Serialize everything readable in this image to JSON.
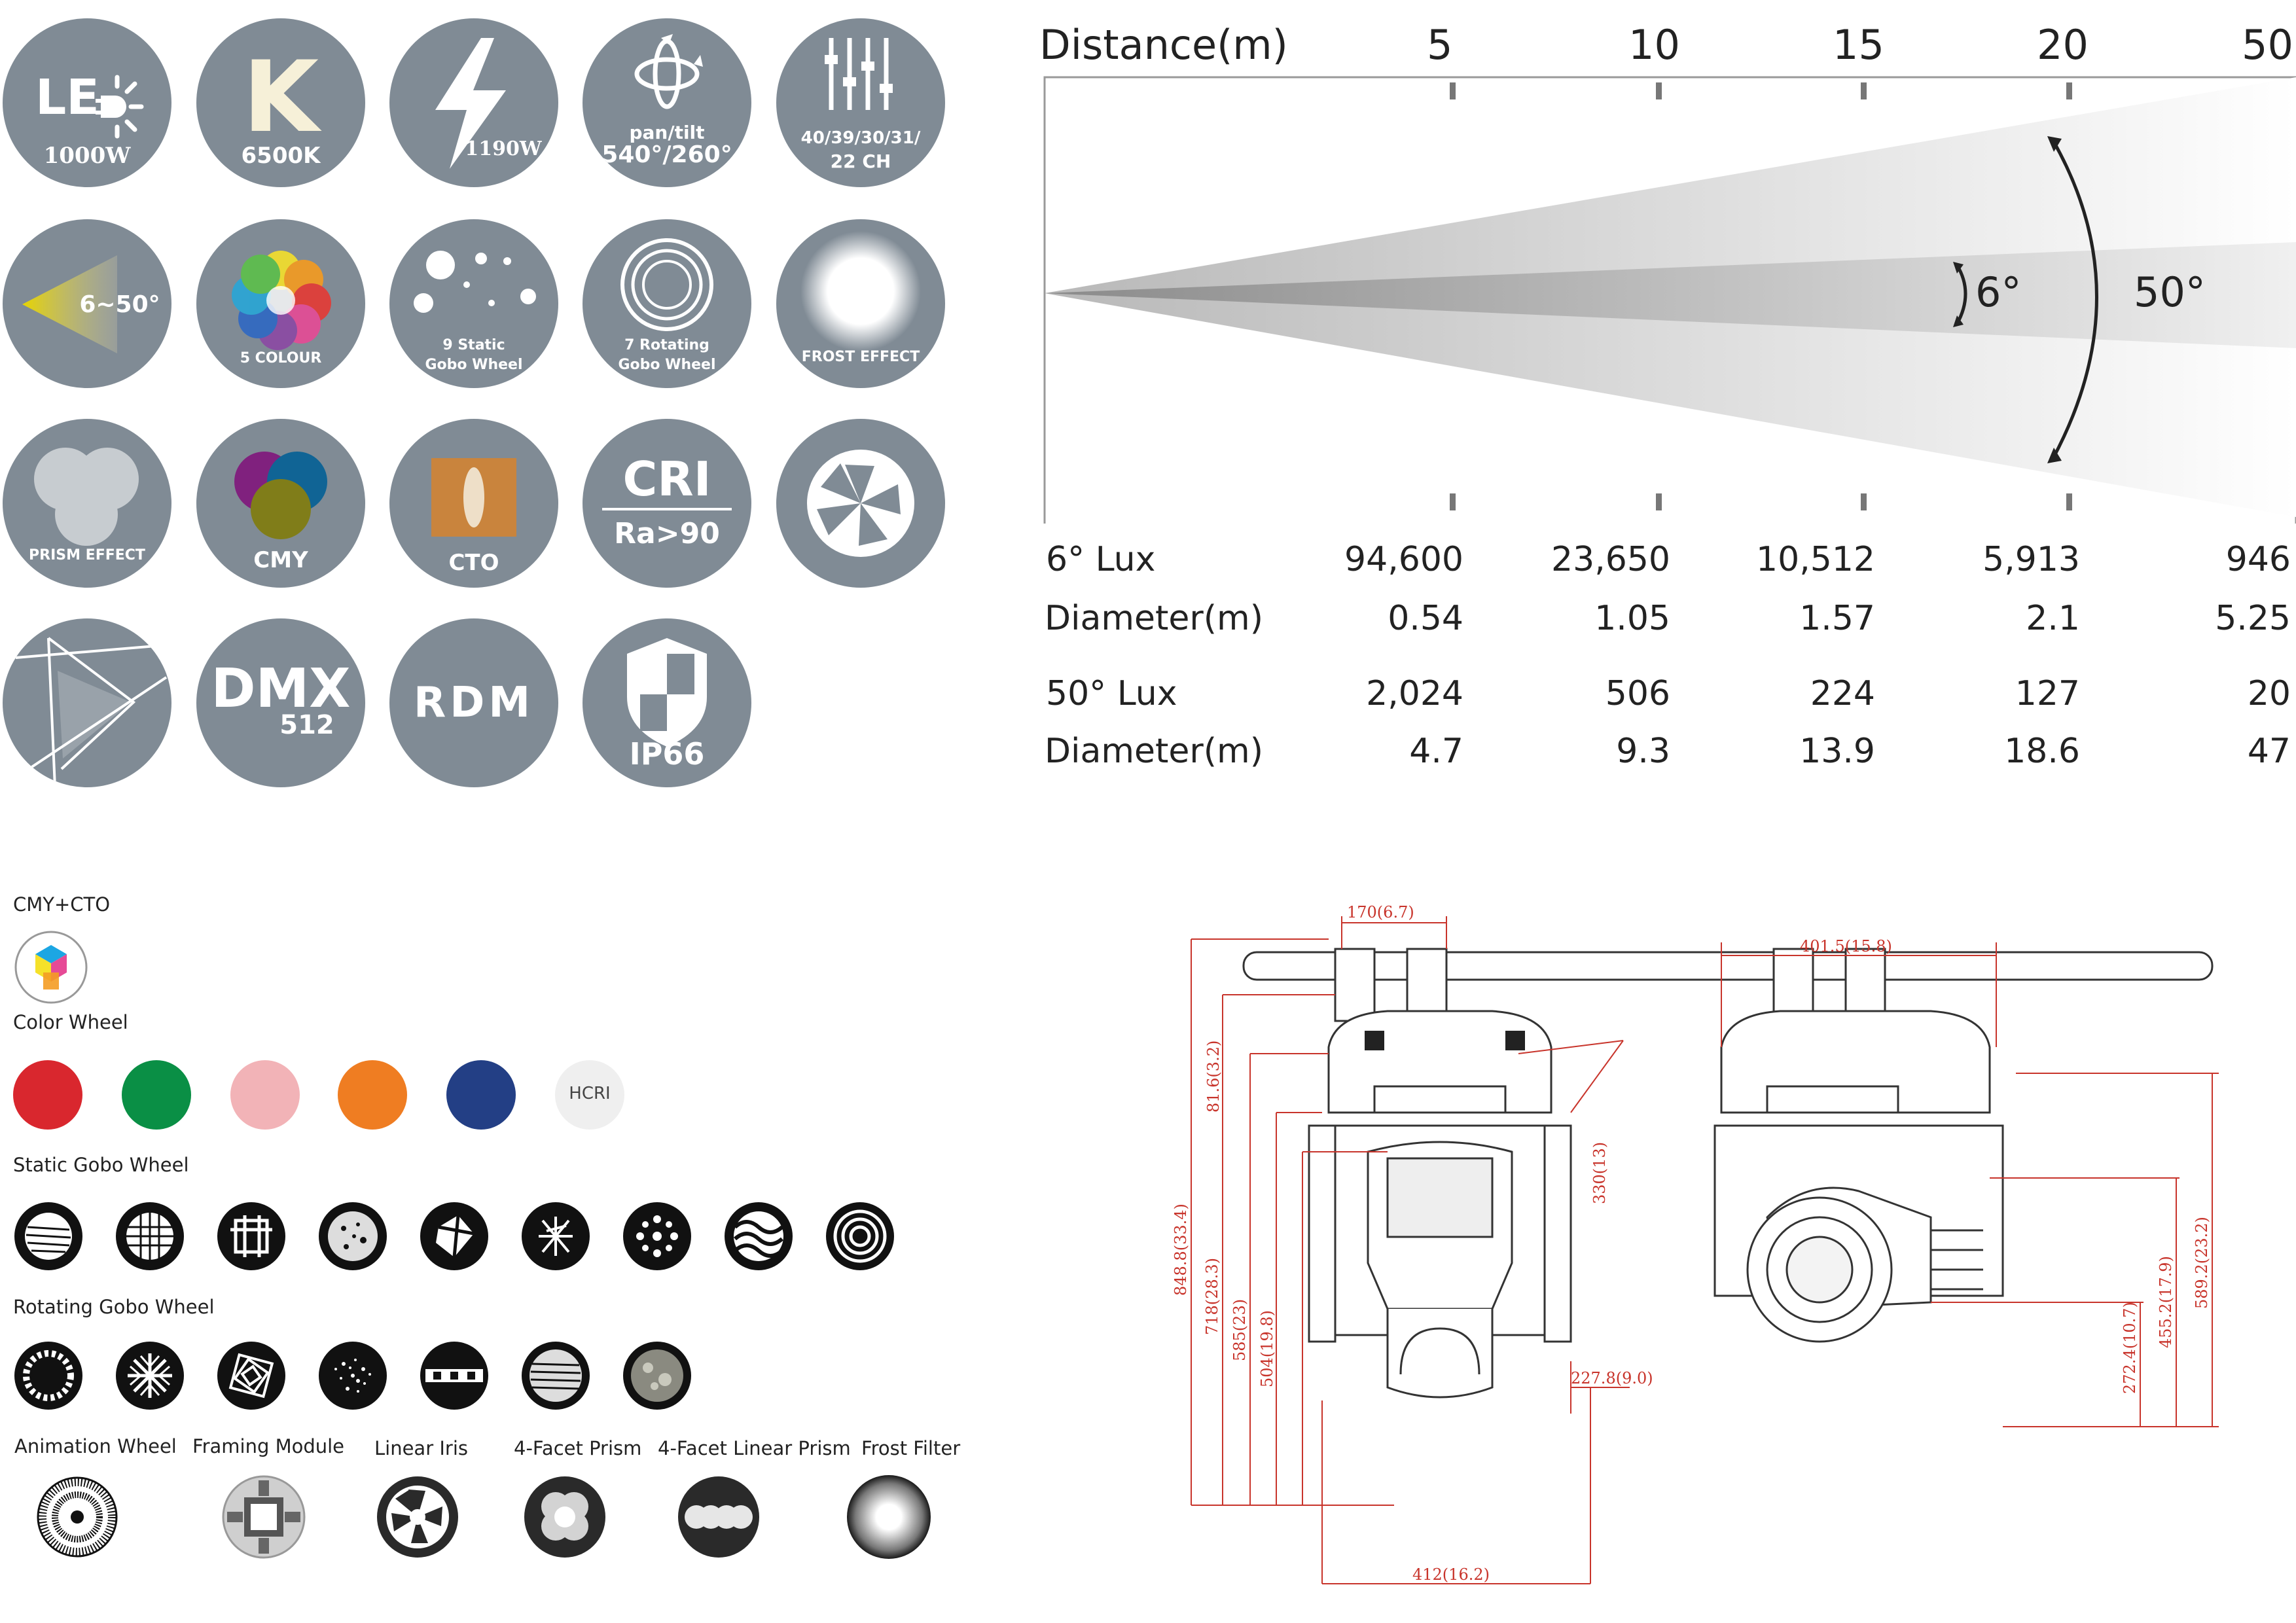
{
  "features": [
    {
      "id": "led",
      "main": "LE",
      "sub": "1000W"
    },
    {
      "id": "color-temp",
      "main": "K",
      "sub": "6500K"
    },
    {
      "id": "power",
      "sub": "1190W"
    },
    {
      "id": "pan-tilt",
      "line1": "pan/tilt",
      "line2": "540°/260°"
    },
    {
      "id": "channels",
      "line1": "40/39/30/31/",
      "line2": "22 CH"
    },
    {
      "id": "zoom",
      "main": "6~50°"
    },
    {
      "id": "colour",
      "sub": "5 COLOUR"
    },
    {
      "id": "static-gobo",
      "line1": "9 Static",
      "line2": "Gobo Wheel"
    },
    {
      "id": "rotating-gobo",
      "line1": "7 Rotating",
      "line2": "Gobo Wheel"
    },
    {
      "id": "frost",
      "sub": "FROST EFFECT"
    },
    {
      "id": "prism",
      "sub": "PRISM EFFECT"
    },
    {
      "id": "cmy",
      "sub": "CMY"
    },
    {
      "id": "cto",
      "sub": "CTO"
    },
    {
      "id": "cri",
      "main": "CRI",
      "sub": "Ra>90"
    },
    {
      "id": "iris"
    },
    {
      "id": "framing"
    },
    {
      "id": "dmx",
      "main": "DMX",
      "sub": "512"
    },
    {
      "id": "rdm",
      "main": "RDM"
    },
    {
      "id": "ip66",
      "sub": "IP66"
    }
  ],
  "beam": {
    "distance_label": "Distance(m)",
    "distances": [
      "5",
      "10",
      "15",
      "20",
      "50"
    ],
    "narrow_angle": "6°",
    "wide_angle": "50°",
    "rows": [
      {
        "label": "6° Lux",
        "values": [
          "94,600",
          "23,650",
          "10,512",
          "5,913",
          "946"
        ]
      },
      {
        "label": "Diameter(m)",
        "values": [
          "0.54",
          "1.05",
          "1.57",
          "2.1",
          "5.25"
        ]
      },
      {
        "label": "50° Lux",
        "values": [
          "2,024",
          "506",
          "224",
          "127",
          "20"
        ]
      },
      {
        "label": "Diameter(m)",
        "values": [
          "4.7",
          "9.3",
          "13.9",
          "18.6",
          "47"
        ]
      }
    ]
  },
  "accessories": {
    "cmy_cto_title": "CMY+CTO",
    "color_wheel_title": "Color Wheel",
    "color_wheel": [
      {
        "color": "#d9272e"
      },
      {
        "color": "#0a8f45"
      },
      {
        "color": "#f2b3b7"
      },
      {
        "color": "#ef7d22"
      },
      {
        "color": "#233f85"
      },
      {
        "color": "#efefef",
        "label": "HCRI"
      }
    ],
    "static_gobo_title": "Static Gobo Wheel",
    "rotating_gobo_title": "Rotating Gobo Wheel",
    "effects": [
      {
        "label": "Animation Wheel"
      },
      {
        "label": "Framing Module"
      },
      {
        "label": "Linear Iris"
      },
      {
        "label": "4-Facet Prism"
      },
      {
        "label": "4-Facet Linear Prism"
      },
      {
        "label": "Frost Filter"
      }
    ]
  },
  "dimensions": {
    "front_top": "170(6.7)",
    "front_clamp": "81.6(3.2)",
    "front_handle": "330(13)",
    "front_total": "848.8(33.4)",
    "front_h1": "718(28.3)",
    "front_h2": "585(23)",
    "front_h3": "504(19.8)",
    "front_side": "227.8(9.0)",
    "front_width": "412(16.2)",
    "side_top": "401.5(15.8)",
    "side_h1": "589.2(23.2)",
    "side_h2": "455.2(17.9)",
    "side_h3": "272.4(10.7)"
  }
}
